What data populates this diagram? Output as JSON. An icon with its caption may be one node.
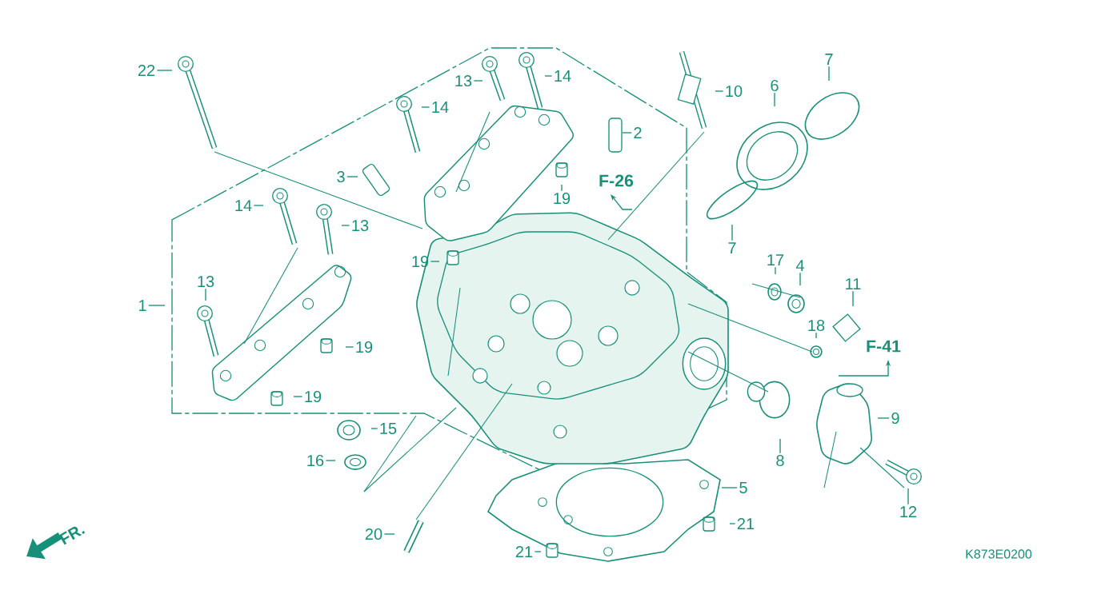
{
  "diagram": {
    "nodes": [
      {
        "text": [
          "22"
        ]
      },
      {
        "text": [
          "13"
        ]
      },
      {
        "text": [
          "14"
        ]
      },
      {
        "text": [
          "10"
        ]
      },
      {
        "text": [
          "6"
        ]
      },
      {
        "text": [
          "7"
        ]
      },
      {
        "text": [
          "2"
        ]
      },
      {
        "text": [
          "14"
        ]
      },
      {
        "text": [
          "3"
        ]
      },
      {
        "text": [
          "19"
        ]
      },
      {
        "text": [
          "7"
        ]
      },
      {
        "text": [
          "14"
        ]
      },
      {
        "text": [
          "13"
        ]
      },
      {
        "text": [
          "19"
        ]
      },
      {
        "text": [
          "17"
        ]
      },
      {
        "text": [
          "4"
        ]
      },
      {
        "text": [
          "11"
        ]
      },
      {
        "text": [
          "13"
        ]
      },
      {
        "text": [
          "1"
        ]
      },
      {
        "text": [
          "18"
        ]
      },
      {
        "text": [
          "19"
        ]
      },
      {
        "text": [
          "9"
        ]
      },
      {
        "text": [
          "19"
        ]
      },
      {
        "text": [
          "15"
        ]
      },
      {
        "text": [
          "16"
        ]
      },
      {
        "text": [
          "8"
        ]
      },
      {
        "text": [
          "5"
        ]
      },
      {
        "text": [
          "12"
        ]
      },
      {
        "text": [
          "20"
        ]
      },
      {
        "text": [
          "21"
        ]
      },
      {
        "text": [
          "21"
        ]
      }
    ],
    "edges": [
      {
        "from": 0,
        "to": null,
        "arrow": "none"
      },
      {
        "from": 1,
        "to": null,
        "arrow": "none"
      },
      {
        "from": 2,
        "to": null,
        "arrow": "none"
      },
      {
        "from": 3,
        "to": null,
        "arrow": "none"
      },
      {
        "from": 4,
        "to": null,
        "arrow": "none"
      },
      {
        "from": 5,
        "to": null,
        "arrow": "none"
      },
      {
        "from": 6,
        "to": null,
        "arrow": "none"
      },
      {
        "from": 7,
        "to": null,
        "arrow": "none"
      },
      {
        "from": 8,
        "to": null,
        "arrow": "none"
      },
      {
        "from": 9,
        "to": null,
        "arrow": "none"
      },
      {
        "from": 10,
        "to": null,
        "arrow": "none"
      },
      {
        "from": 11,
        "to": null,
        "arrow": "none"
      },
      {
        "from": 12,
        "to": null,
        "arrow": "none"
      },
      {
        "from": 13,
        "to": null,
        "arrow": "none"
      },
      {
        "from": 14,
        "to": null,
        "arrow": "none"
      },
      {
        "from": 15,
        "to": null,
        "arrow": "none"
      },
      {
        "from": 16,
        "to": null,
        "arrow": "none"
      },
      {
        "from": 17,
        "to": null,
        "arrow": "none"
      },
      {
        "from": 18,
        "to": null,
        "arrow": "none"
      },
      {
        "from": 19,
        "to": null,
        "arrow": "none"
      },
      {
        "from": 20,
        "to": null,
        "arrow": "none"
      },
      {
        "from": 21,
        "to": null,
        "arrow": "none"
      },
      {
        "from": 22,
        "to": null,
        "arrow": "none"
      },
      {
        "from": 23,
        "to": null,
        "arrow": "none"
      },
      {
        "from": 24,
        "to": null,
        "arrow": "none"
      },
      {
        "from": 25,
        "to": null,
        "arrow": "none"
      },
      {
        "from": 26,
        "to": null,
        "arrow": "none"
      },
      {
        "from": 27,
        "to": null,
        "arrow": "none"
      },
      {
        "from": 28,
        "to": null,
        "arrow": "none"
      },
      {
        "from": 29,
        "to": null,
        "arrow": "none"
      },
      {
        "from": 30,
        "to": null,
        "arrow": "none"
      }
    ],
    "labels": [
      "F-26",
      "F-41",
      "FR.",
      "K873E0200"
    ]
  }
}
